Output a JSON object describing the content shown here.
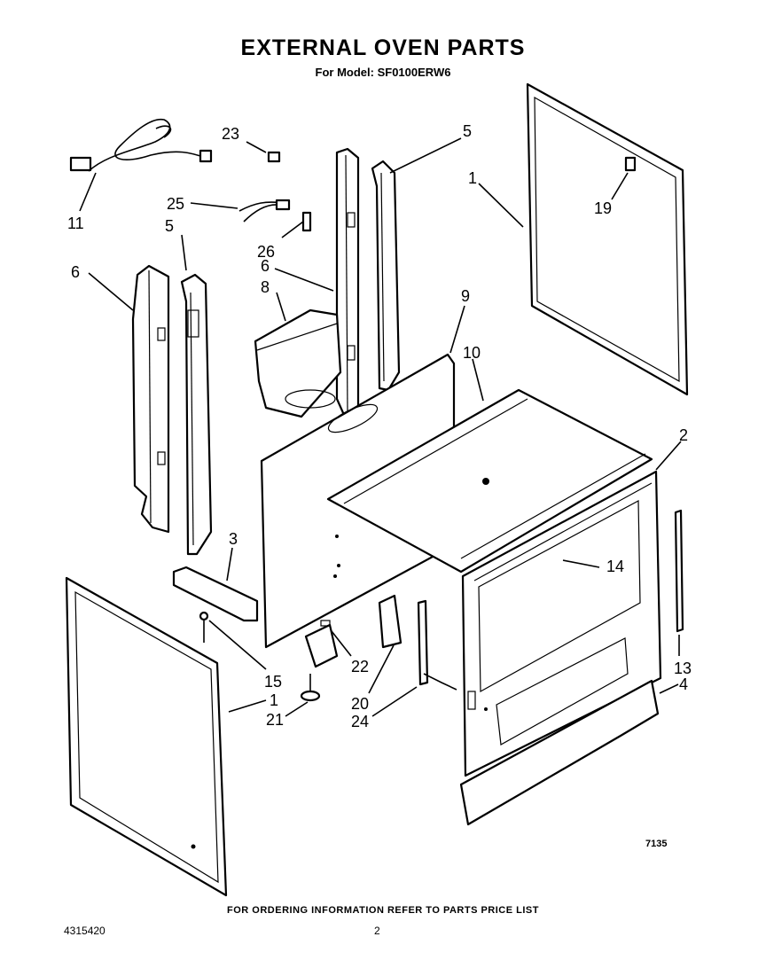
{
  "header": {
    "title": "EXTERNAL OVEN PARTS",
    "subtitle": "For Model: SF0100ERW6"
  },
  "callouts": [
    {
      "id": "c-23",
      "label": "23"
    },
    {
      "id": "c-5a",
      "label": "5"
    },
    {
      "id": "c-1a",
      "label": "1"
    },
    {
      "id": "c-19",
      "label": "19"
    },
    {
      "id": "c-25",
      "label": "25"
    },
    {
      "id": "c-5b",
      "label": "5"
    },
    {
      "id": "c-11",
      "label": "11"
    },
    {
      "id": "c-6a",
      "label": "6"
    },
    {
      "id": "c-26",
      "label": "26"
    },
    {
      "id": "c-6b",
      "label": "6"
    },
    {
      "id": "c-8",
      "label": "8"
    },
    {
      "id": "c-9",
      "label": "9"
    },
    {
      "id": "c-10",
      "label": "10"
    },
    {
      "id": "c-2",
      "label": "2"
    },
    {
      "id": "c-3",
      "label": "3"
    },
    {
      "id": "c-14",
      "label": "14"
    },
    {
      "id": "c-15",
      "label": "15"
    },
    {
      "id": "c-22",
      "label": "22"
    },
    {
      "id": "c-13",
      "label": "13"
    },
    {
      "id": "c-4",
      "label": "4"
    },
    {
      "id": "c-1b",
      "label": "1"
    },
    {
      "id": "c-21",
      "label": "21"
    },
    {
      "id": "c-20",
      "label": "20"
    },
    {
      "id": "c-24",
      "label": "24"
    }
  ],
  "figure_code": "7135",
  "footer": "FOR ORDERING INFORMATION REFER TO PARTS PRICE LIST",
  "doc_number": "4315420",
  "page_number": "2"
}
